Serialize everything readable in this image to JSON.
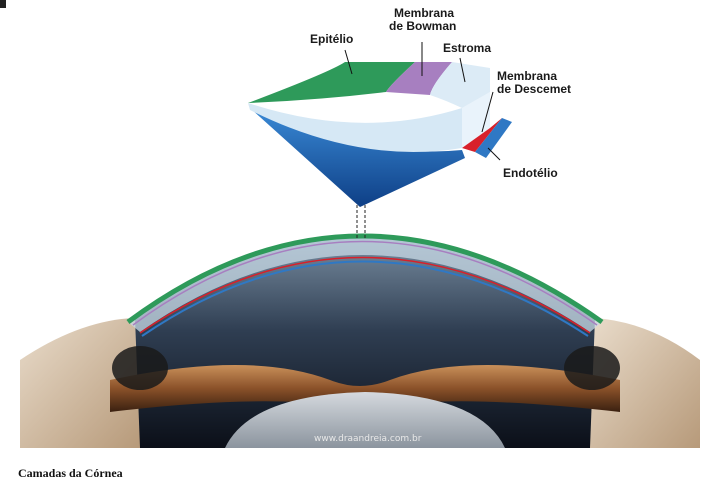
{
  "labels": {
    "epitelio": "Epitélio",
    "bowman_line1": "Membrana",
    "bowman_line2": "de Bowman",
    "estroma": "Estroma",
    "descemet_line1": "Membrana",
    "descemet_line2": "de Descemet",
    "endotelio": "Endotélio"
  },
  "watermark": "www.draandreia.com.br",
  "caption": "Camadas da Córnea",
  "colors": {
    "epithelium": "#2e9a5a",
    "bowman": "#a77fc0",
    "stroma": "#cfe3f2",
    "descemet": "#d8202a",
    "endothelium": "#2f78c4"
  }
}
